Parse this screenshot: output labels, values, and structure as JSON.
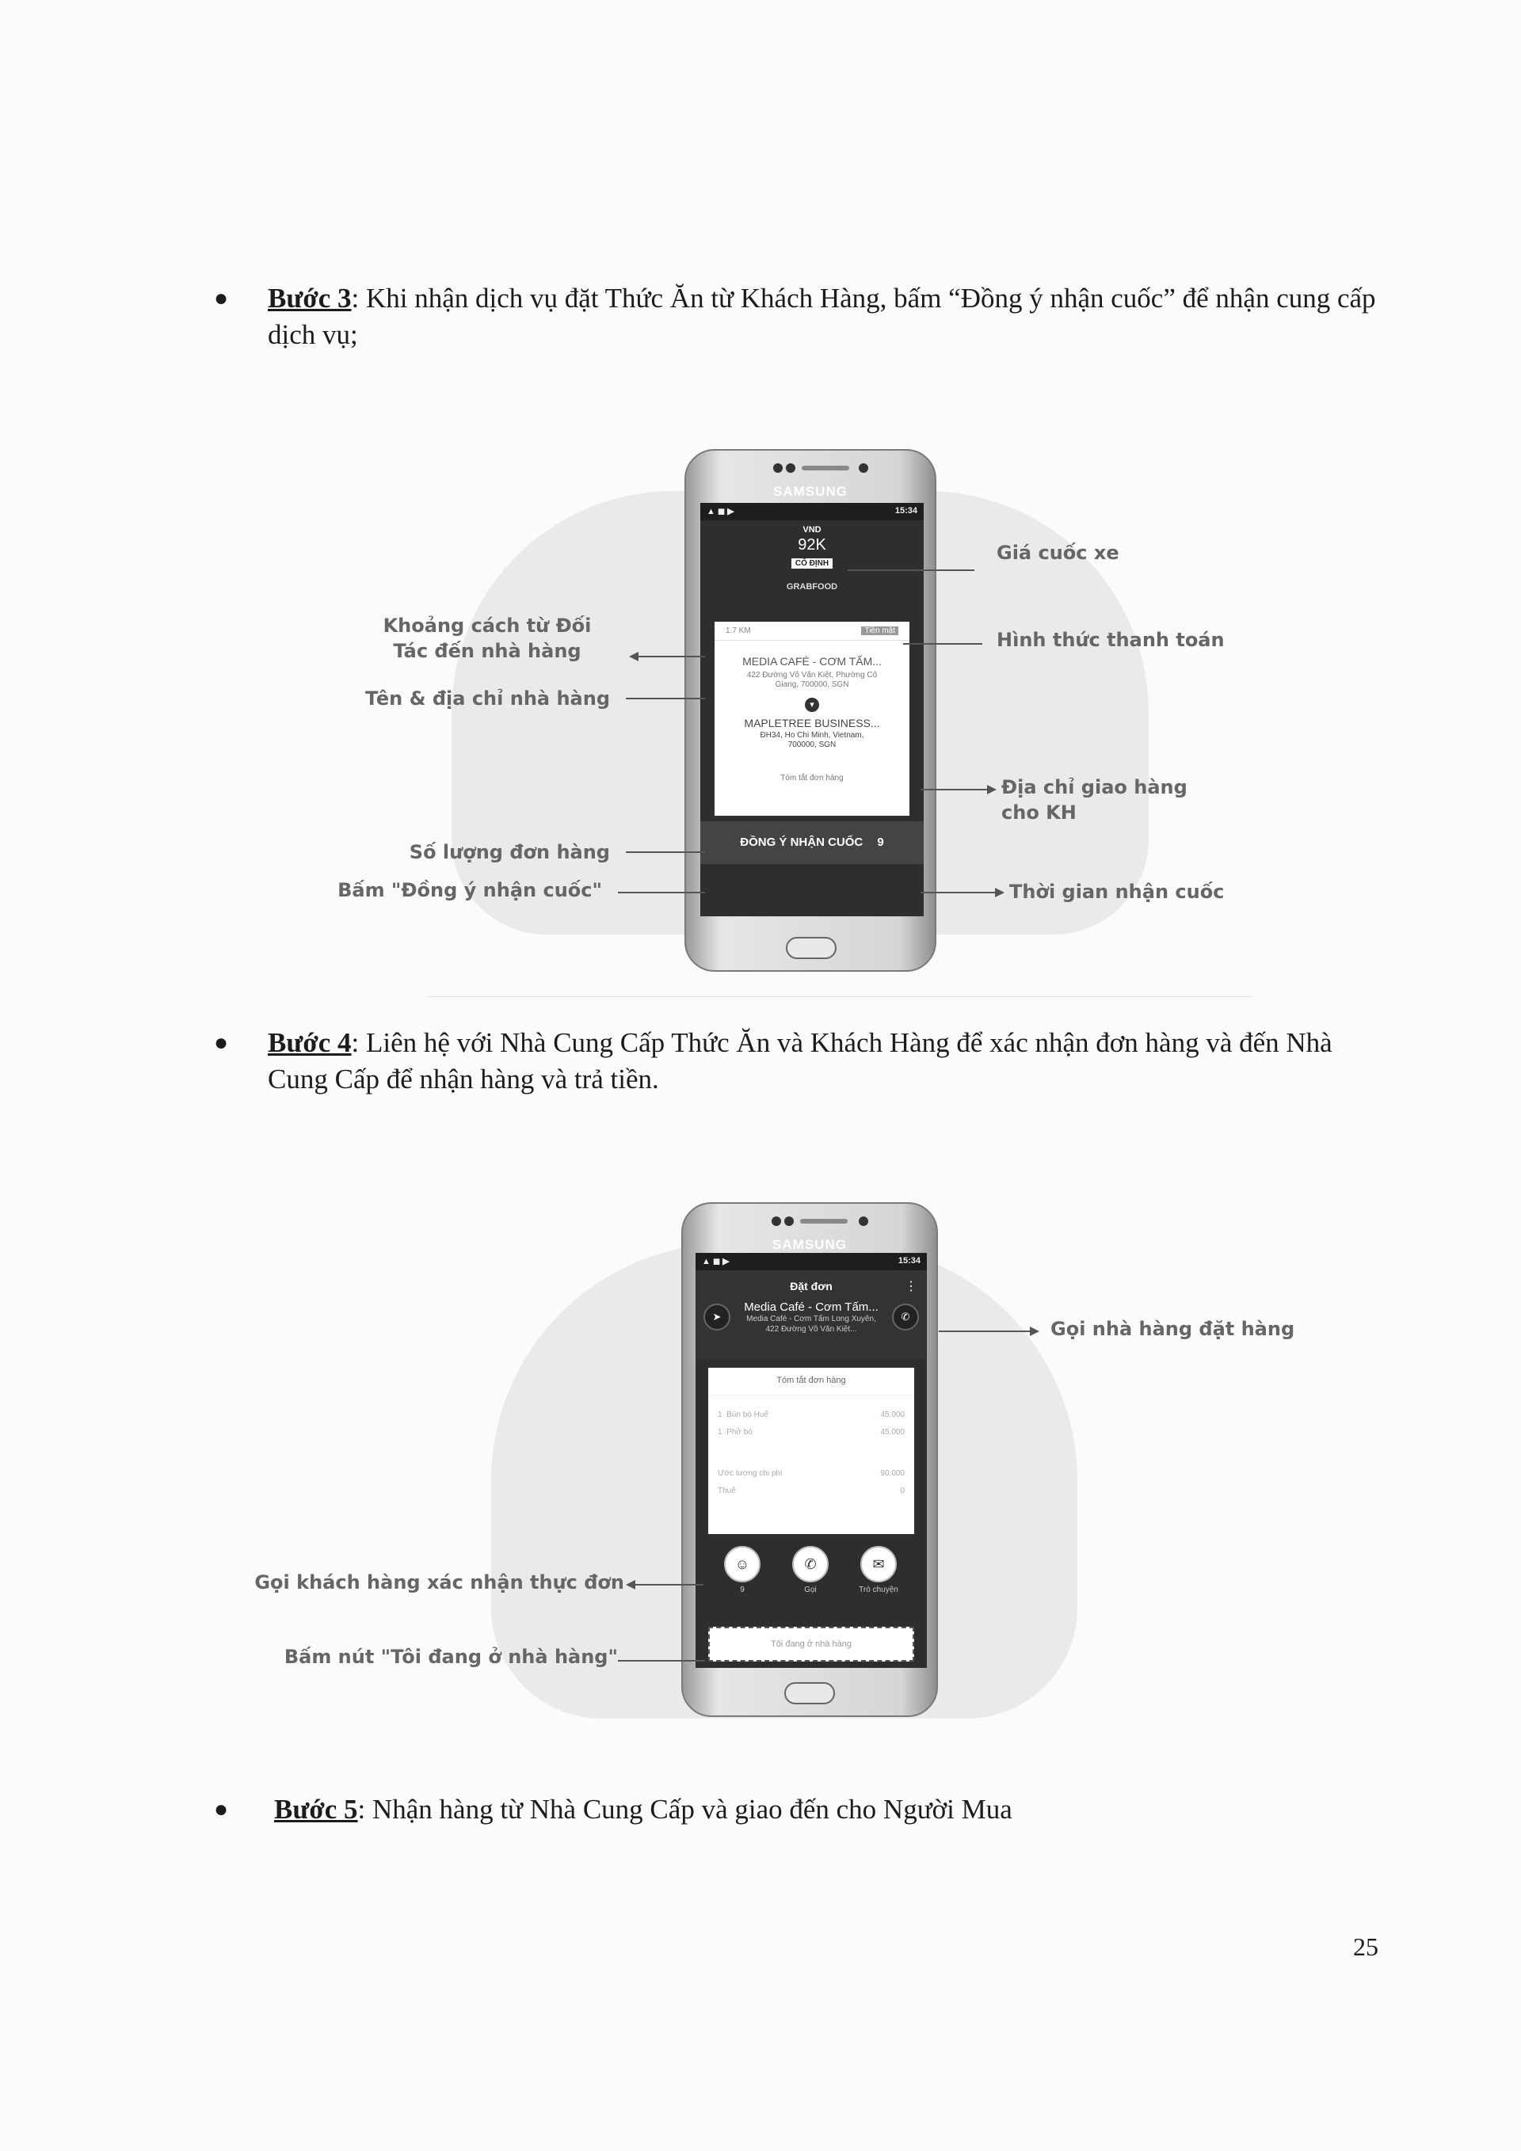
{
  "steps": [
    {
      "label": "Bước 3",
      "text": ": Khi nhận dịch vụ đặt Thức Ăn từ Khách Hàng, bấm “Đồng ý nhận cuốc” để nhận cung cấp dịch vụ;"
    },
    {
      "label": "Bước 4",
      "text": ": Liên hệ với Nhà Cung Cấp Thức Ăn và Khách Hàng để xác nhận đơn hàng và đến Nhà Cung Cấp để nhận hàng và trả tiền."
    },
    {
      "label": "Bước 5",
      "text": ": Nhận hàng từ Nhà Cung Cấp và giao đến cho Người Mua"
    }
  ],
  "figure1": {
    "brand": "SAMSUNG",
    "status_time": "15:34",
    "currency": "VND",
    "price": "92K",
    "price_tag": "CỐ ĐỊNH",
    "service": "GRABFOOD",
    "distance": "1.7 KM",
    "payment": "Tiền mặt",
    "restaurant_name": "MEDIA CAFÉ - CƠM TẤM...",
    "restaurant_address": "422 Đường Võ Văn Kiệt, Phường Cô Giang, 700000, SGN",
    "dropoff_name": "MAPLETREE BUSINESS...",
    "dropoff_address": "ĐH34, Ho Chi Minh, Vietnam, 700000, SGN",
    "order_summary": "Tóm tắt đơn hàng",
    "accept_button": "ĐỒNG Ý NHẬN CUỐC",
    "accept_timer": "9",
    "callouts": {
      "price": "Giá cuốc xe",
      "payment": "Hình thức thanh toán",
      "distance": "Khoảng cách từ Đối Tác đến nhà hàng",
      "restaurant": "Tên & địa chỉ nhà hàng",
      "dropoff": "Địa chỉ giao hàng cho KH",
      "items": "Số lượng đơn hàng",
      "accept": "Bấm \"Đồng ý nhận cuốc\"",
      "timer": "Thời gian nhận cuốc"
    }
  },
  "figure2": {
    "brand": "SAMSUNG",
    "status_time": "15:34",
    "title": "Đặt đơn",
    "restaurant_name": "Media Café - Cơm Tấm...",
    "restaurant_address": "Media Café - Cơm Tấm Long Xuyên, 422 Đường Võ Văn Kiệt...",
    "order_summary": "Tóm tắt đơn hàng",
    "rows": [
      {
        "qty": "1",
        "name": "Bún bò Huế",
        "price": "45.000"
      },
      {
        "qty": "1",
        "name": "Phở bò",
        "price": "45.000"
      }
    ],
    "estimate_label": "Ước lượng chi phí",
    "estimate_value": "90.000",
    "tax_label": "Thuế",
    "tax_value": "0",
    "actions": [
      "9",
      "Gọi",
      "Trò chuyện"
    ],
    "at_restaurant_button": "Tôi đang ở nhà hàng",
    "callouts": {
      "call_restaurant": "Gọi nhà hàng đặt hàng",
      "call_customer": "Gọi khách hàng xác nhận thực đơn",
      "at_restaurant": "Bấm nút \"Tôi đang ở nhà hàng\""
    }
  },
  "page_number": "25"
}
